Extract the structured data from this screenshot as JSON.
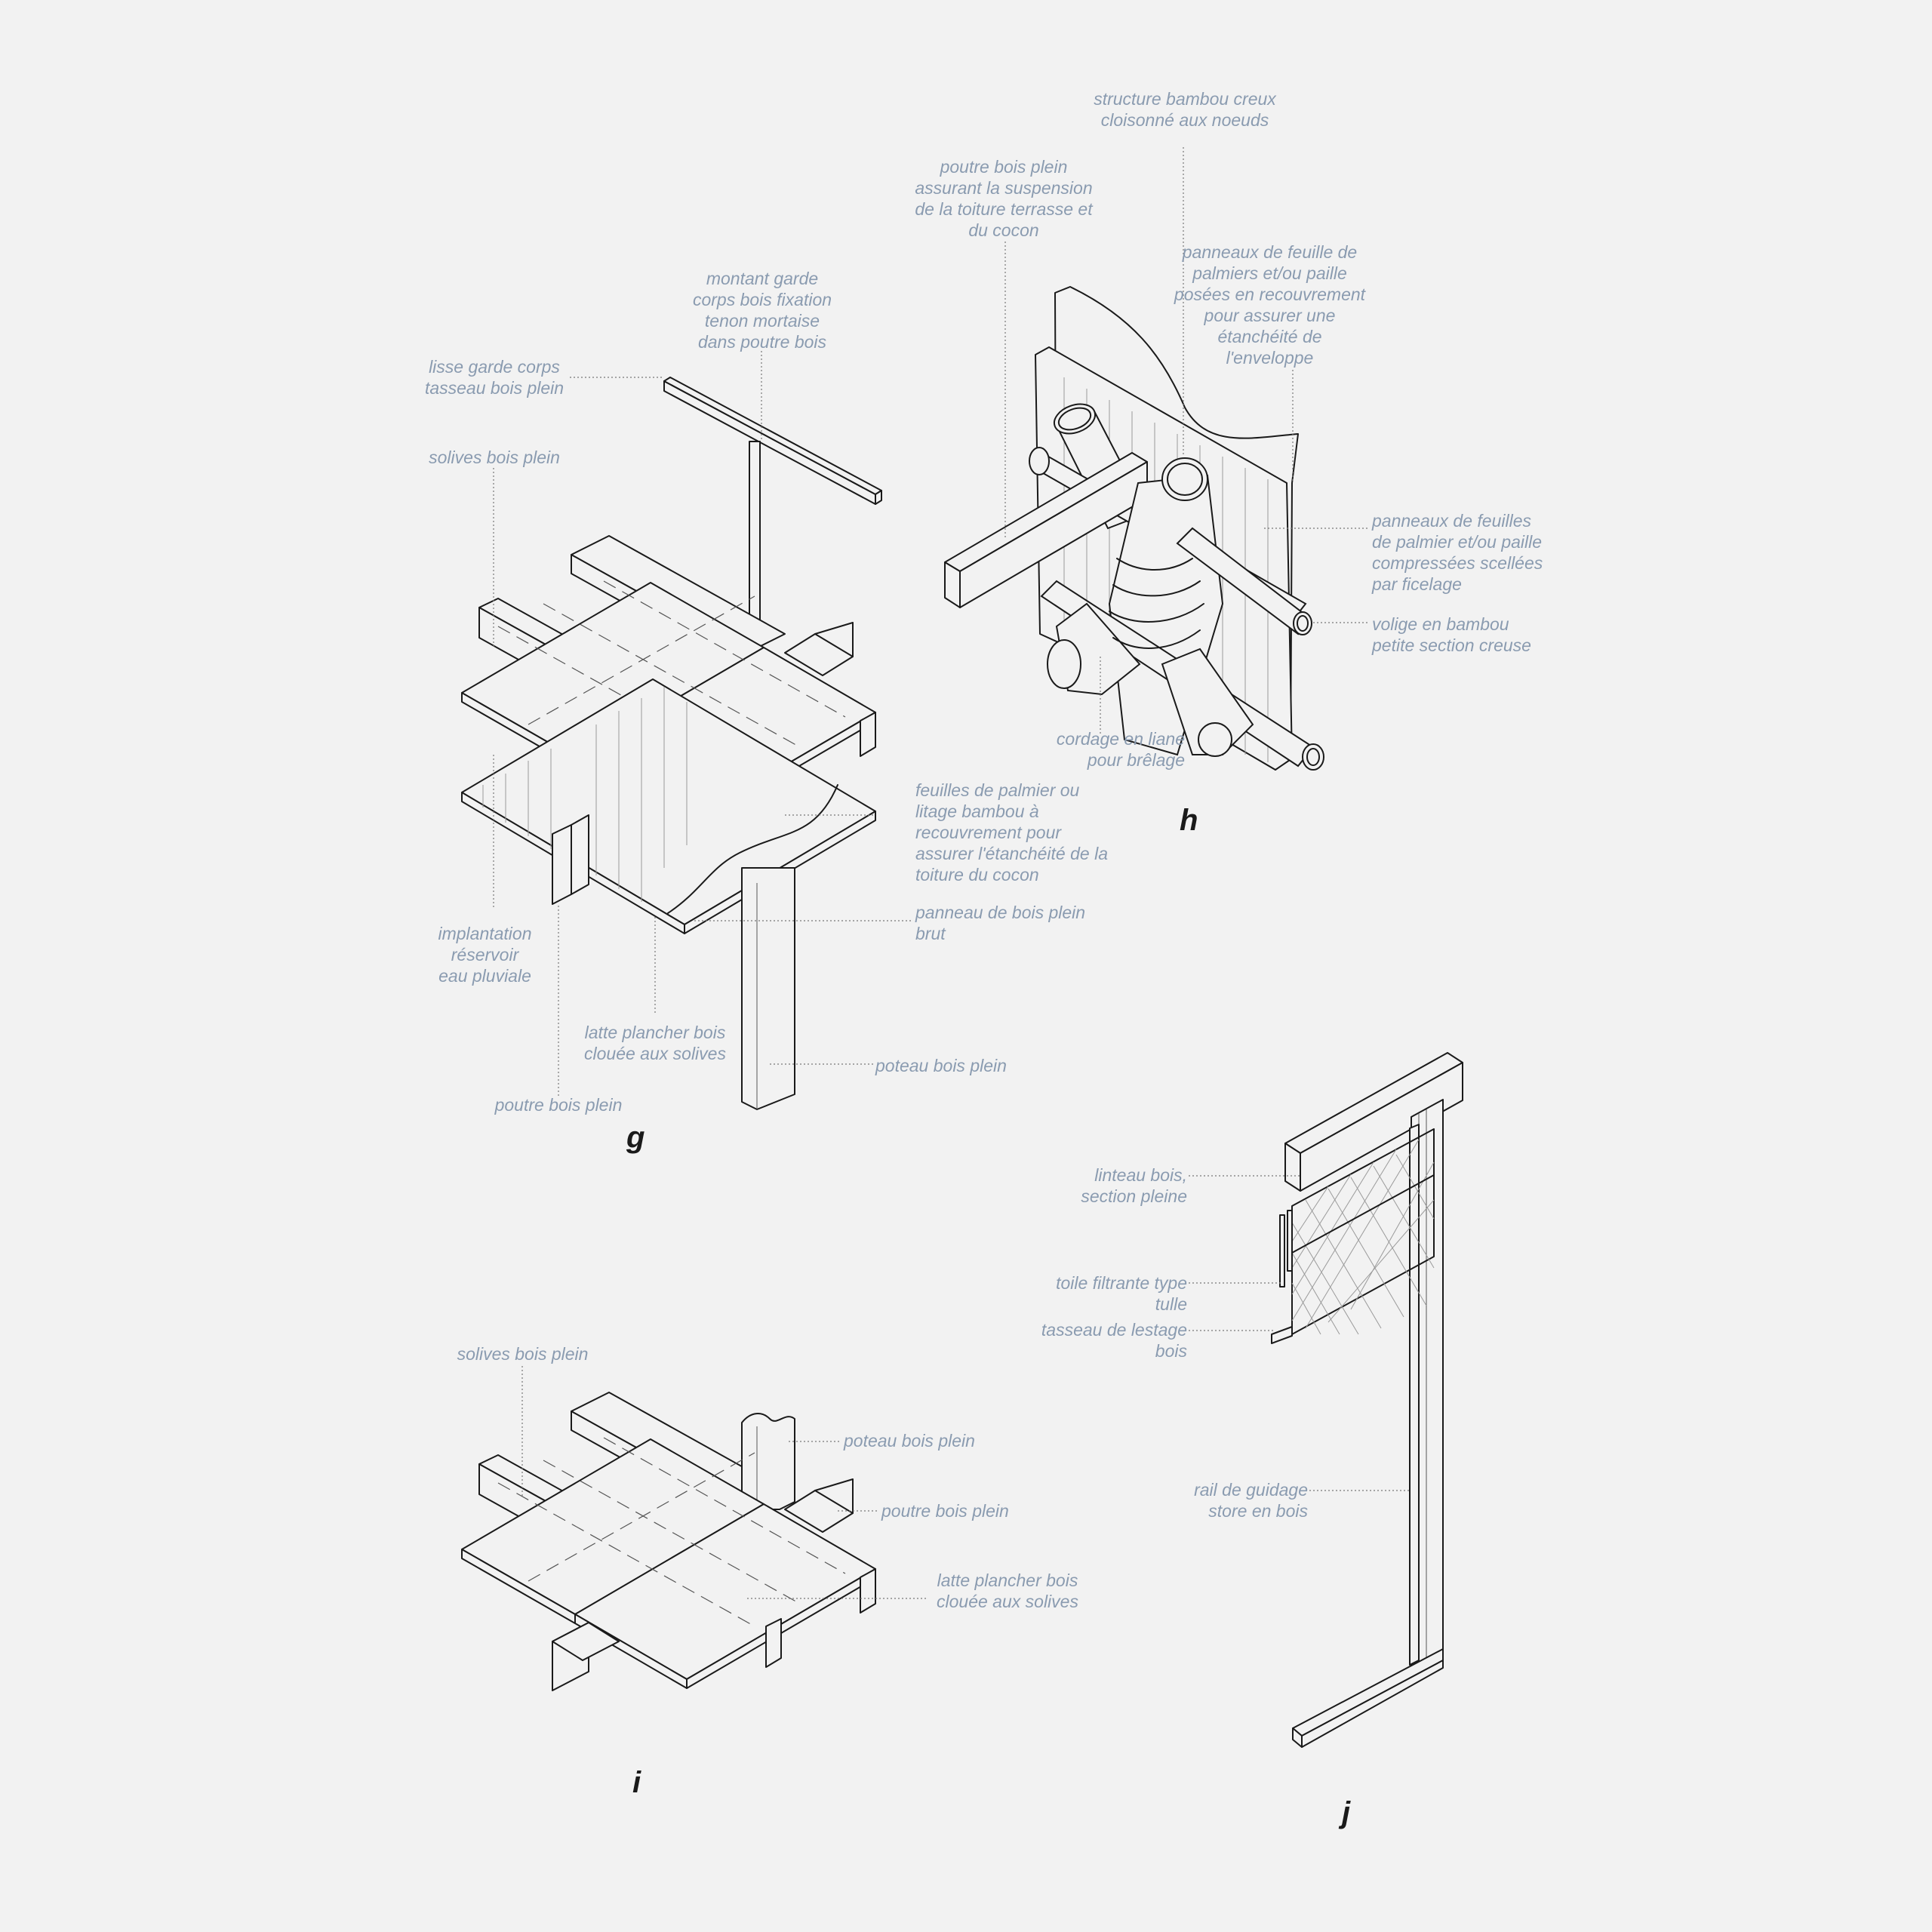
{
  "labels": {
    "g_lisse": "lisse garde corps\ntasseau bois plein",
    "g_montant": "montant garde\ncorps bois fixation\ntenon mortaise\ndans poutre bois",
    "g_solives": "solives bois plein",
    "g_feuilles": "feuilles de palmier ou\nlitage bambou à\nrecouvrement pour\nassurer l'étanchéité de la\ntoiture du cocon",
    "g_panneau": "panneau de bois plein\nbrut",
    "g_implantation": "implantation\nréservoir\neau pluviale",
    "g_latte": "latte plancher bois\nclouée aux solives",
    "g_poteau": "poteau bois plein",
    "g_poutre": "poutre bois plein",
    "h_structure": "structure bambou creux\ncloisonné aux noeuds",
    "h_poutre": "poutre bois plein\nassurant la suspension\nde la toiture terrasse et\ndu cocon",
    "h_panneaux_feuille": "panneaux de feuille de\npalmiers et/ou paille\nposées en recouvrement\npour assurer une\nétanchéité de\nl'enveloppe",
    "h_panneaux_feuilles": "panneaux de feuilles\nde palmier et/ou paille\ncompressées scellées\npar ficelage",
    "h_volige": "volige en bambou\npetite section creuse",
    "h_cordage": "cordage en liane\npour brêlage",
    "i_solives": "solives bois plein",
    "i_poteau": "poteau bois plein",
    "i_poutre": "poutre bois plein",
    "i_latte": "latte plancher bois\nclouée aux solives",
    "j_linteau": "linteau bois,\nsection pleine",
    "j_toile": "toile filtrante type\ntulle",
    "j_tasseau": "tasseau de lestage\nbois",
    "j_rail": "rail de guidage\nstore en bois"
  },
  "letters": {
    "g": "g",
    "h": "h",
    "i": "i",
    "j": "j"
  },
  "colors": {
    "background": "#f2f2f2",
    "label": "#8a9bb0",
    "line": "#1a1a1a"
  }
}
